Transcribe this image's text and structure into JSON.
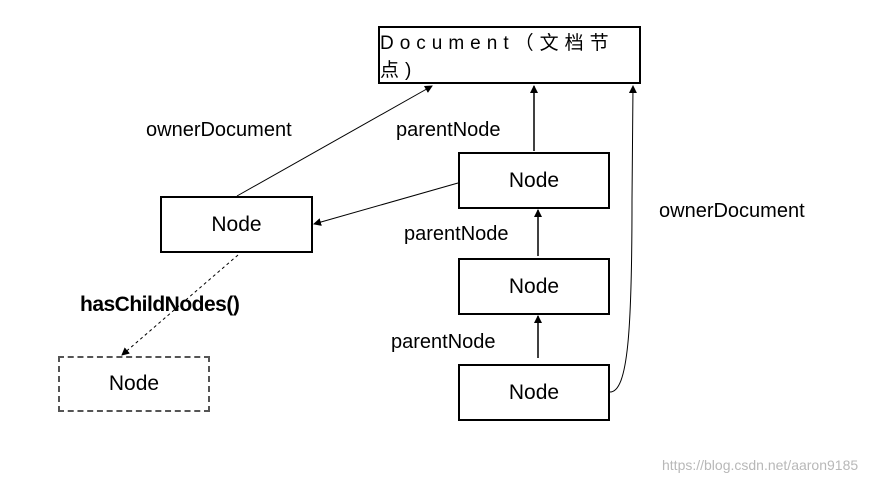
{
  "nodes": {
    "document": "Document（文档节点)",
    "left_node": "Node",
    "child_node": "Node",
    "right_top": "Node",
    "right_mid": "Node",
    "right_bottom": "Node"
  },
  "labels": {
    "owner_document_left": "ownerDocument",
    "owner_document_right": "ownerDocument",
    "parent_node_1": "parentNode",
    "parent_node_2": "parentNode",
    "parent_node_3": "parentNode",
    "has_child_nodes": "hasChildNodes()"
  },
  "watermark": "https://blog.csdn.net/aaron9185"
}
